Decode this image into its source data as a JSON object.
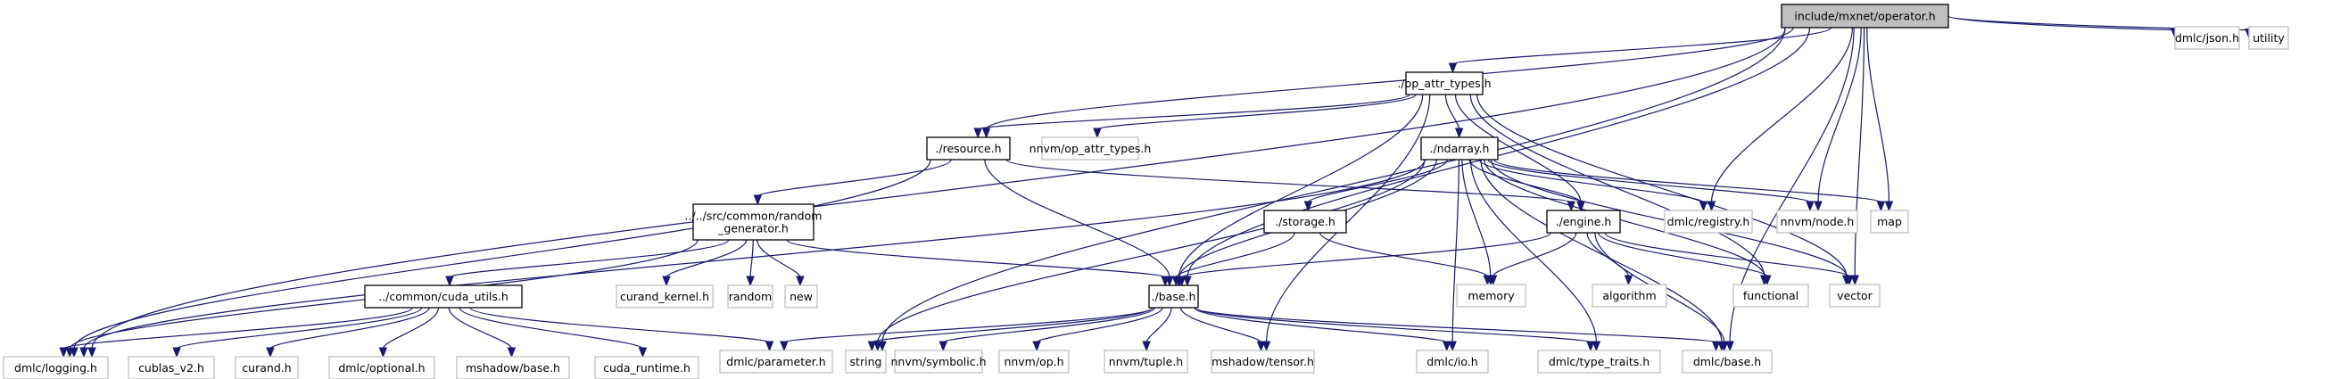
{
  "title": "include/mxnet/operator.h",
  "colors": {
    "edge": "#191970",
    "root_fill": "#bfbfbf",
    "internal_border": "#000000",
    "external_border": "#c0c0c0"
  },
  "nodes": [
    {
      "id": "root",
      "label": "include/mxnet/operator.h",
      "kind": "root"
    },
    {
      "id": "op_attr_types",
      "label": "./op_attr_types.h",
      "kind": "internal"
    },
    {
      "id": "resource",
      "label": "./resource.h",
      "kind": "internal"
    },
    {
      "id": "nnvm_op_attr_types",
      "label": "nnvm/op_attr_types.h",
      "kind": "external"
    },
    {
      "id": "ndarray",
      "label": "./ndarray.h",
      "kind": "internal"
    },
    {
      "id": "random_gen",
      "label": "../../src/common/random\n_generator.h",
      "kind": "internal"
    },
    {
      "id": "storage",
      "label": "./storage.h",
      "kind": "internal"
    },
    {
      "id": "engine",
      "label": "./engine.h",
      "kind": "internal"
    },
    {
      "id": "dmlc_registry",
      "label": "dmlc/registry.h",
      "kind": "external"
    },
    {
      "id": "nnvm_node",
      "label": "nnvm/node.h",
      "kind": "external"
    },
    {
      "id": "map",
      "label": "map",
      "kind": "external"
    },
    {
      "id": "dmlc_json",
      "label": "dmlc/json.h",
      "kind": "external"
    },
    {
      "id": "utility",
      "label": "utility",
      "kind": "external"
    },
    {
      "id": "cuda_utils",
      "label": "../common/cuda_utils.h",
      "kind": "internal"
    },
    {
      "id": "curand_kernel",
      "label": "curand_kernel.h",
      "kind": "external"
    },
    {
      "id": "random",
      "label": "random",
      "kind": "external"
    },
    {
      "id": "new",
      "label": "new",
      "kind": "external"
    },
    {
      "id": "base",
      "label": "./base.h",
      "kind": "internal"
    },
    {
      "id": "memory",
      "label": "memory",
      "kind": "external"
    },
    {
      "id": "algorithm",
      "label": "algorithm",
      "kind": "external"
    },
    {
      "id": "functional",
      "label": "functional",
      "kind": "external"
    },
    {
      "id": "vector",
      "label": "vector",
      "kind": "external"
    },
    {
      "id": "dmlc_logging",
      "label": "dmlc/logging.h",
      "kind": "external"
    },
    {
      "id": "cublas",
      "label": "cublas_v2.h",
      "kind": "external"
    },
    {
      "id": "curand",
      "label": "curand.h",
      "kind": "external"
    },
    {
      "id": "dmlc_optional",
      "label": "dmlc/optional.h",
      "kind": "external"
    },
    {
      "id": "mshadow_base",
      "label": "mshadow/base.h",
      "kind": "external"
    },
    {
      "id": "cuda_runtime",
      "label": "cuda_runtime.h",
      "kind": "external"
    },
    {
      "id": "dmlc_parameter",
      "label": "dmlc/parameter.h",
      "kind": "external"
    },
    {
      "id": "string",
      "label": "string",
      "kind": "external"
    },
    {
      "id": "nnvm_symbolic",
      "label": "nnvm/symbolic.h",
      "kind": "external"
    },
    {
      "id": "nnvm_op",
      "label": "nnvm/op.h",
      "kind": "external"
    },
    {
      "id": "nnvm_tuple",
      "label": "nnvm/tuple.h",
      "kind": "external"
    },
    {
      "id": "mshadow_tensor",
      "label": "mshadow/tensor.h",
      "kind": "external"
    },
    {
      "id": "dmlc_io",
      "label": "dmlc/io.h",
      "kind": "external"
    },
    {
      "id": "dmlc_type_traits",
      "label": "dmlc/type_traits.h",
      "kind": "external"
    },
    {
      "id": "dmlc_base",
      "label": "dmlc/base.h",
      "kind": "external"
    }
  ],
  "edges": [
    [
      "root",
      "op_attr_types"
    ],
    [
      "root",
      "resource"
    ],
    [
      "root",
      "base"
    ],
    [
      "root",
      "dmlc_logging"
    ],
    [
      "root",
      "string"
    ],
    [
      "root",
      "dmlc_registry"
    ],
    [
      "root",
      "nnvm_node"
    ],
    [
      "root",
      "map"
    ],
    [
      "root",
      "vector"
    ],
    [
      "root",
      "dmlc_base"
    ],
    [
      "root",
      "dmlc_json"
    ],
    [
      "root",
      "utility"
    ],
    [
      "op_attr_types",
      "resource"
    ],
    [
      "op_attr_types",
      "nnvm_op_attr_types"
    ],
    [
      "op_attr_types",
      "ndarray"
    ],
    [
      "op_attr_types",
      "base"
    ],
    [
      "op_attr_types",
      "engine"
    ],
    [
      "op_attr_types",
      "functional"
    ],
    [
      "op_attr_types",
      "vector"
    ],
    [
      "op_attr_types",
      "mshadow_tensor"
    ],
    [
      "resource",
      "random_gen"
    ],
    [
      "resource",
      "engine"
    ],
    [
      "resource",
      "base"
    ],
    [
      "resource",
      "dmlc_logging"
    ],
    [
      "ndarray",
      "storage"
    ],
    [
      "ndarray",
      "engine"
    ],
    [
      "ndarray",
      "base"
    ],
    [
      "ndarray",
      "memory"
    ],
    [
      "ndarray",
      "dmlc_registry"
    ],
    [
      "ndarray",
      "nnvm_node"
    ],
    [
      "ndarray",
      "map"
    ],
    [
      "ndarray",
      "vector"
    ],
    [
      "ndarray",
      "functional"
    ],
    [
      "ndarray",
      "string"
    ],
    [
      "ndarray",
      "dmlc_io"
    ],
    [
      "ndarray",
      "dmlc_type_traits"
    ],
    [
      "ndarray",
      "dmlc_base"
    ],
    [
      "ndarray",
      "dmlc_logging"
    ],
    [
      "random_gen",
      "cuda_utils"
    ],
    [
      "random_gen",
      "curand_kernel"
    ],
    [
      "random_gen",
      "random"
    ],
    [
      "random_gen",
      "new"
    ],
    [
      "random_gen",
      "base"
    ],
    [
      "random_gen",
      "dmlc_logging"
    ],
    [
      "storage",
      "base"
    ],
    [
      "storage",
      "memory"
    ],
    [
      "engine",
      "base"
    ],
    [
      "engine",
      "memory"
    ],
    [
      "engine",
      "algorithm"
    ],
    [
      "engine",
      "functional"
    ],
    [
      "engine",
      "vector"
    ],
    [
      "engine",
      "dmlc_base"
    ],
    [
      "cuda_utils",
      "dmlc_logging"
    ],
    [
      "cuda_utils",
      "cublas"
    ],
    [
      "cuda_utils",
      "curand"
    ],
    [
      "cuda_utils",
      "dmlc_optional"
    ],
    [
      "cuda_utils",
      "mshadow_base"
    ],
    [
      "cuda_utils",
      "cuda_runtime"
    ],
    [
      "cuda_utils",
      "dmlc_parameter"
    ],
    [
      "base",
      "dmlc_parameter"
    ],
    [
      "base",
      "string"
    ],
    [
      "base",
      "nnvm_symbolic"
    ],
    [
      "base",
      "nnvm_op"
    ],
    [
      "base",
      "nnvm_tuple"
    ],
    [
      "base",
      "mshadow_tensor"
    ],
    [
      "base",
      "dmlc_io"
    ],
    [
      "base",
      "dmlc_type_traits"
    ],
    [
      "base",
      "dmlc_base"
    ]
  ]
}
